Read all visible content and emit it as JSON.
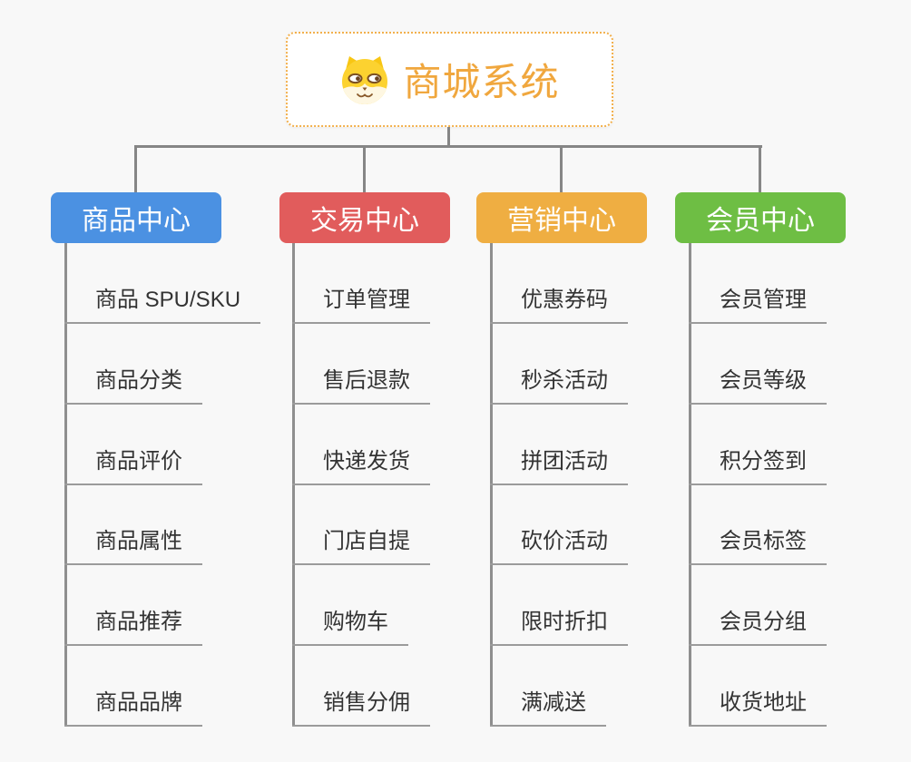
{
  "root": {
    "title": "商城系统",
    "icon": "shiba-dog-icon"
  },
  "colors": {
    "accent_orange": "#f0a73e",
    "root_border": "#f2b04d",
    "connector_gray": "#868686",
    "underline_gray": "#9b9b9b",
    "topic_text": "#333333",
    "background": "#f8f8f8"
  },
  "branches": [
    {
      "label": "商品中心",
      "color": "#4b91e2",
      "items": [
        "商品 SPU/SKU",
        "商品分类",
        "商品评价",
        "商品属性",
        "商品推荐",
        "商品品牌"
      ]
    },
    {
      "label": "交易中心",
      "color": "#e15c5c",
      "items": [
        "订单管理",
        "售后退款",
        "快递发货",
        "门店自提",
        "购物车",
        "销售分佣"
      ]
    },
    {
      "label": "营销中心",
      "color": "#efae42",
      "items": [
        "优惠券码",
        "秒杀活动",
        "拼团活动",
        "砍价活动",
        "限时折扣",
        "满减送"
      ]
    },
    {
      "label": "会员中心",
      "color": "#6ebe44",
      "items": [
        "会员管理",
        "会员等级",
        "积分签到",
        "会员标签",
        "会员分组",
        "收货地址"
      ]
    }
  ]
}
